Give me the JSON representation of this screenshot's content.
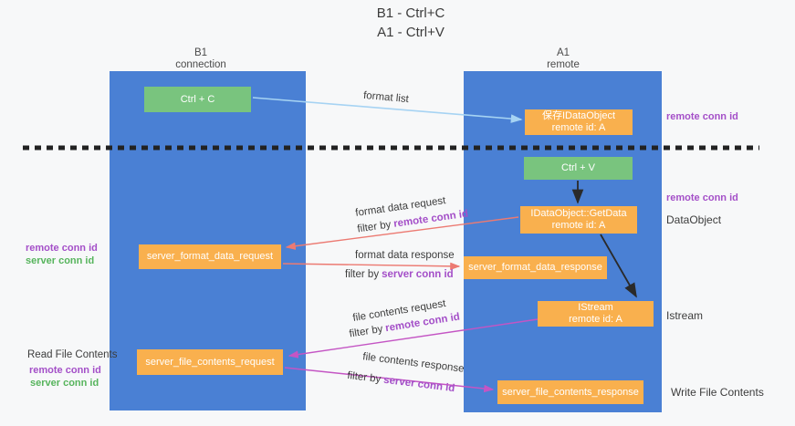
{
  "title": {
    "line1": "B1 - Ctrl+C",
    "line2": "A1 - Ctrl+V"
  },
  "lanes": {
    "left": {
      "title": "B1",
      "subtitle": "connection"
    },
    "right": {
      "title": "A1",
      "subtitle": "remote"
    }
  },
  "boxes": {
    "ctrl_c": {
      "label": "Ctrl + C"
    },
    "store_idataobject": {
      "line1": "保存IDataObject",
      "line2": "remote id: A"
    },
    "ctrl_v": {
      "label": "Ctrl + V"
    },
    "getdata": {
      "line1": "IDataObject::GetData",
      "line2": "remote id: A"
    },
    "format_request": {
      "label": "server_format_data_request"
    },
    "format_response": {
      "label": "server_format_data_response"
    },
    "istream": {
      "line1": "IStream",
      "line2": "remote id: A"
    },
    "file_request": {
      "label": "server_file_contents_request"
    },
    "file_response": {
      "label": "server_file_contents_response"
    }
  },
  "arrow_labels": {
    "format_list": "format list",
    "format_data_request": "format data request",
    "format_data_response": "format data response",
    "file_contents_request": "file contents request",
    "file_contents_response": "file contents response",
    "filter_by": "filter by",
    "remote_conn_id": "remote conn id",
    "server_conn_id": "server conn id"
  },
  "side_labels": {
    "right_top_remote_conn_id": "remote conn id",
    "right_mid_remote_conn_id": "remote conn id",
    "dataobject": "DataObject",
    "istream": "Istream",
    "write_file_contents": "Write File Contents",
    "read_file_contents": "Read File Contents",
    "left_format_remote_conn_id": "remote conn id",
    "left_format_server_conn_id": "server conn id",
    "left_file_remote_conn_id": "remote conn id",
    "left_file_server_conn_id": "server conn id"
  },
  "colors": {
    "lane_blue": "#4a80d4",
    "box_green": "#79c47e",
    "box_orange": "#f9b04e",
    "accent_purple": "#a44fc8",
    "accent_green": "#56b45c",
    "arrow_salmon": "#ec7a72",
    "arrow_magenta": "#c455c4",
    "arrow_lightblue": "#a6d3f3",
    "arrow_black": "#2a2a2a",
    "text_dark": "#3c3c3c",
    "background": "#f7f8f9"
  }
}
